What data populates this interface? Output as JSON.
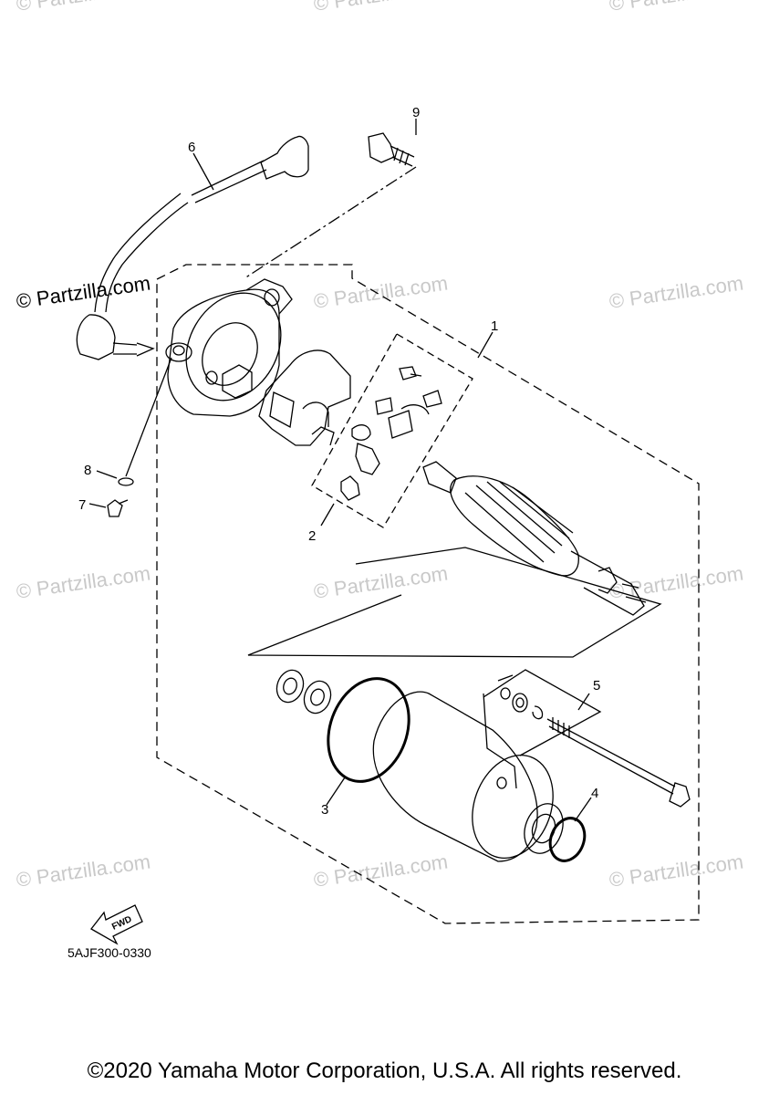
{
  "watermark": "© Partzilla.com",
  "callouts": {
    "c1": "1",
    "c2": "2",
    "c3": "3",
    "c4": "4",
    "c5": "5",
    "c6": "6",
    "c7": "7",
    "c8": "8",
    "c9": "9"
  },
  "fwd_label": "FWD",
  "diagram_code": "5AJF300-0330",
  "footer": "©2020 Yamaha Motor Corporation, U.S.A. All rights reserved.",
  "colors": {
    "line": "#000000",
    "watermark": "#c9c9c9"
  }
}
